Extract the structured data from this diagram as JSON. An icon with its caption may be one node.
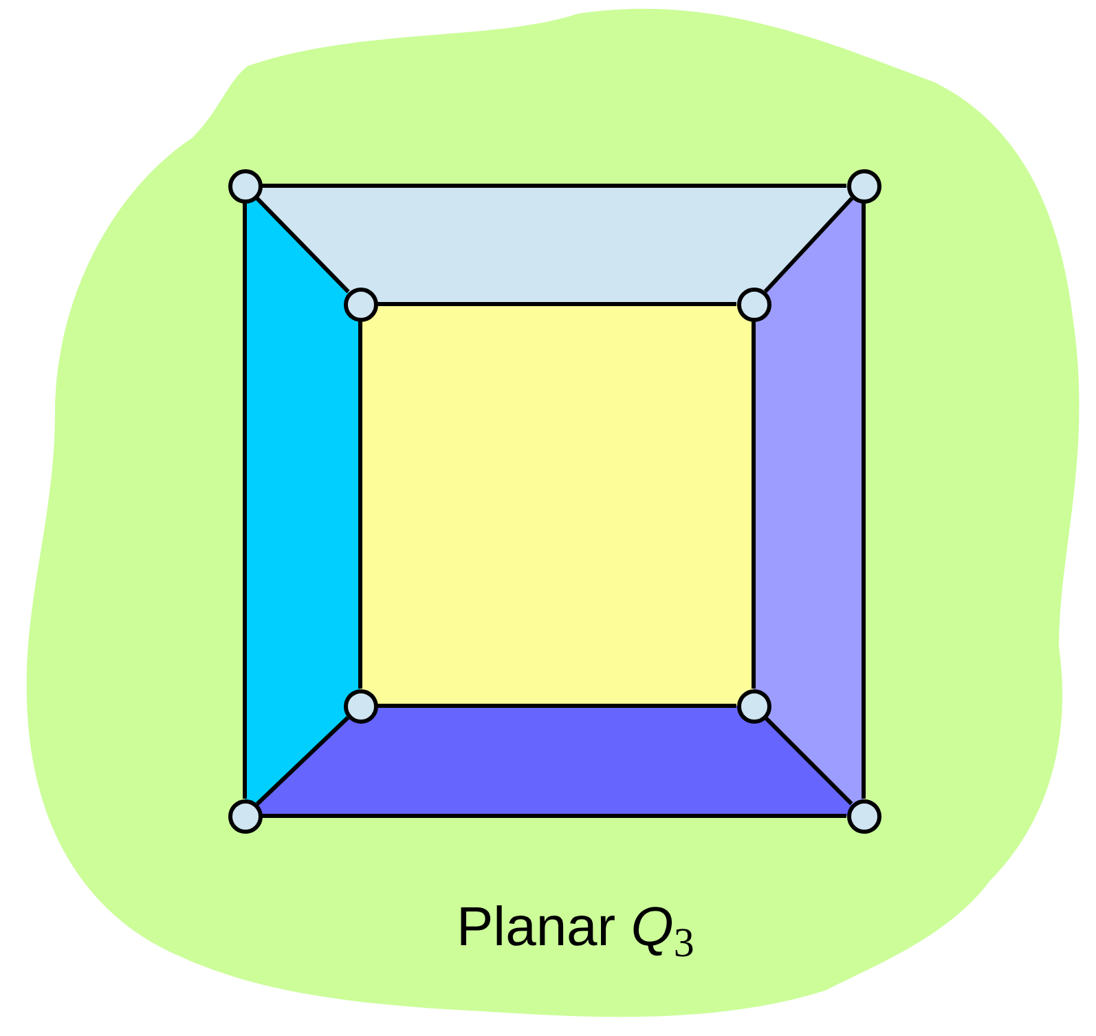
{
  "diagram": {
    "nodes": [
      {
        "text": [],
        "shape": "circle"
      },
      {
        "text": [],
        "shape": "circle"
      },
      {
        "text": [],
        "shape": "circle"
      },
      {
        "text": [],
        "shape": "circle"
      },
      {
        "text": [],
        "shape": "circle"
      },
      {
        "text": [],
        "shape": "circle"
      },
      {
        "text": [],
        "shape": "circle"
      },
      {
        "text": [],
        "shape": "circle"
      }
    ],
    "edges": [
      {
        "from": 0,
        "to": 1,
        "arrow": "none"
      },
      {
        "from": 0,
        "to": 2,
        "arrow": "none"
      },
      {
        "from": 1,
        "to": 3,
        "arrow": "none"
      },
      {
        "from": 2,
        "to": 3,
        "arrow": "none"
      },
      {
        "from": 0,
        "to": 6,
        "arrow": "none"
      },
      {
        "from": 1,
        "to": 7,
        "arrow": "none"
      },
      {
        "from": 2,
        "to": 4,
        "arrow": "none"
      },
      {
        "from": 3,
        "to": 5,
        "arrow": "none"
      },
      {
        "from": 4,
        "to": 5,
        "arrow": "none"
      },
      {
        "from": 4,
        "to": 6,
        "arrow": "none"
      },
      {
        "from": 5,
        "to": 7,
        "arrow": "none"
      },
      {
        "from": 6,
        "to": 7,
        "arrow": "none"
      }
    ],
    "labels": [
      "Planar *Q*$_{3}$"
    ]
  }
}
